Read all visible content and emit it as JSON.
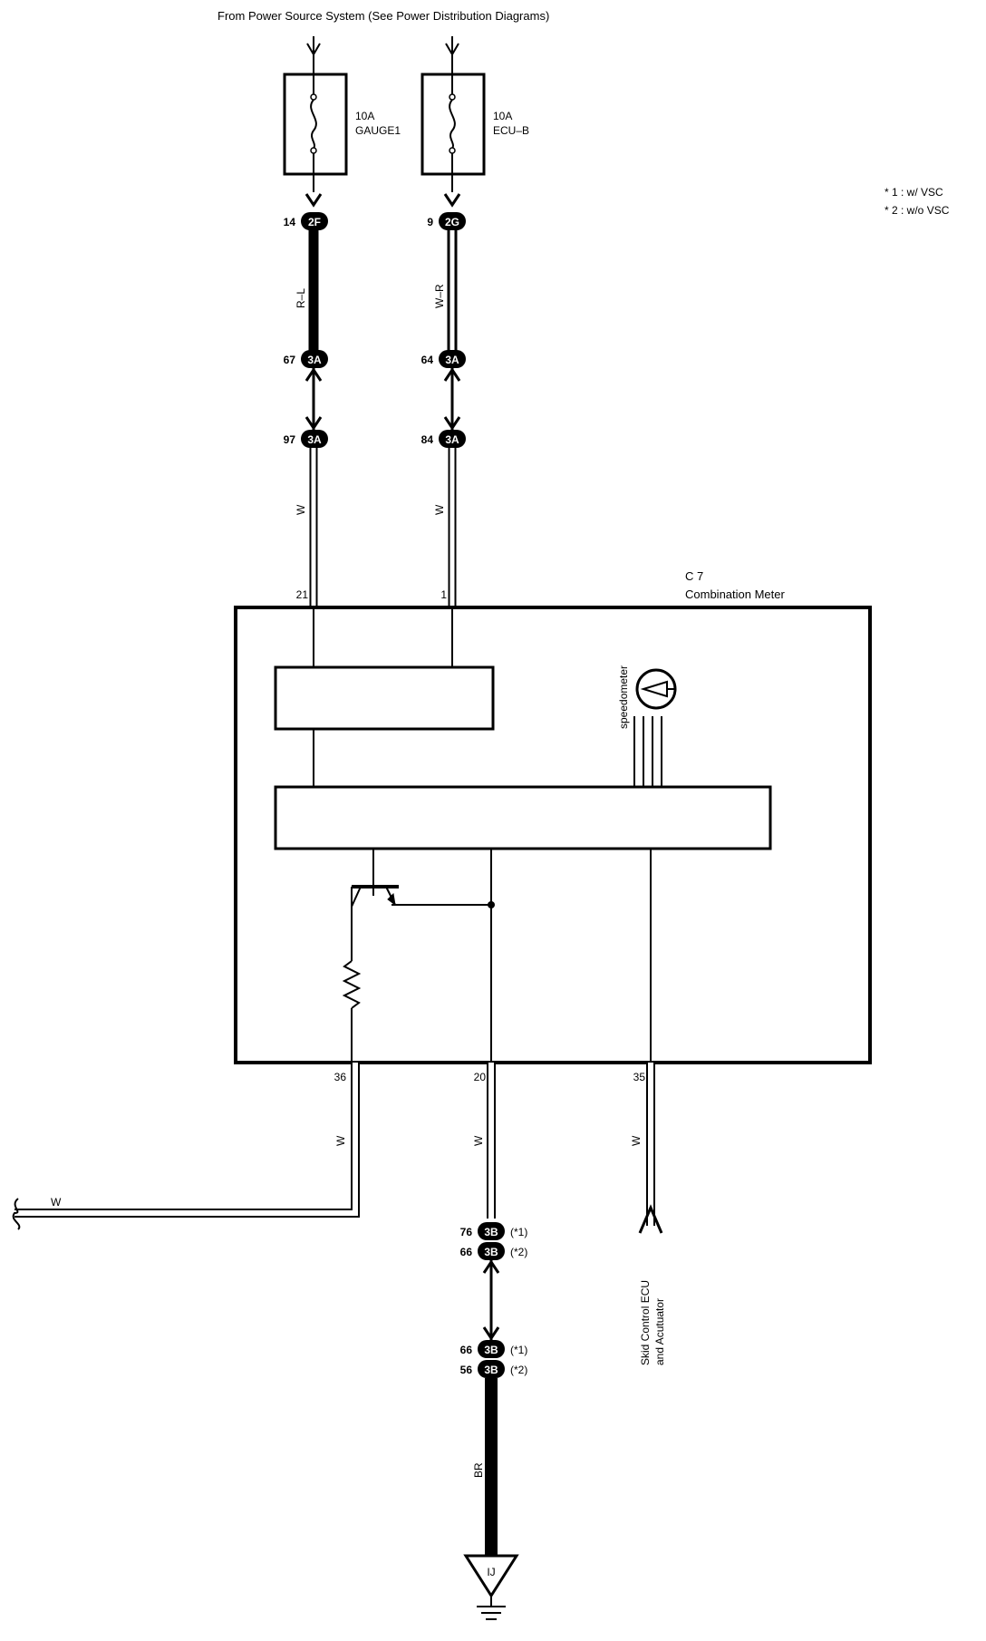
{
  "header": {
    "source_note": "From Power Source System (See Power Distribution Diagrams)"
  },
  "legend": {
    "note1": "* 1 : w/ VSC",
    "note2": "* 2 : w/o VSC"
  },
  "fuses": [
    {
      "amp": "10A",
      "name": "GAUGE1"
    },
    {
      "amp": "10A",
      "name": "ECU–B"
    }
  ],
  "connectors": {
    "c2f": {
      "pin": "14",
      "code": "2F"
    },
    "c2g": {
      "pin": "9",
      "code": "2G"
    },
    "c3a_67": {
      "pin": "67",
      "code": "3A"
    },
    "c3a_64": {
      "pin": "64",
      "code": "3A"
    },
    "c3a_97": {
      "pin": "97",
      "code": "3A"
    },
    "c3a_84": {
      "pin": "84",
      "code": "3A"
    },
    "c3b_76": {
      "pin": "76",
      "code": "3B",
      "note": "(*1)"
    },
    "c3b_66a": {
      "pin": "66",
      "code": "3B",
      "note": "(*2)"
    },
    "c3b_66b": {
      "pin": "66",
      "code": "3B",
      "note": "(*1)"
    },
    "c3b_56": {
      "pin": "56",
      "code": "3B",
      "note": "(*2)"
    }
  },
  "wires": {
    "rl": "R–L",
    "wr": "W–R",
    "w1": "W",
    "w2": "W",
    "w36": "W",
    "w20": "W",
    "w35": "W",
    "w_left": "W",
    "br": "BR"
  },
  "meter": {
    "code": "C 7",
    "name": "Combination Meter",
    "pin21": "21",
    "pin1": "1",
    "pin36": "36",
    "pin20": "20",
    "pin35": "35",
    "gauge_label": "speedometer"
  },
  "ecu": {
    "line1": "Skid Control ECU",
    "line2": "and Acutuator"
  },
  "ground": {
    "code": "IJ"
  }
}
